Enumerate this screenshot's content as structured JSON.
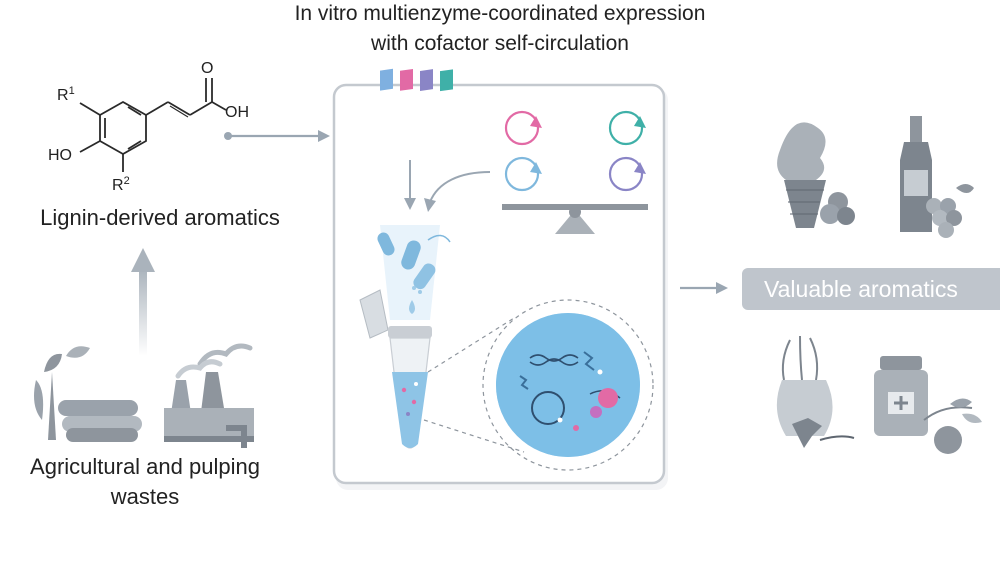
{
  "title": {
    "line1": "In vitro multienzyme-coordinated expression",
    "line2": "with cofactor self-circulation"
  },
  "inputs": {
    "lignin_label": "Lignin-derived aromatics",
    "waste_label": "Agricultural and pulping wastes"
  },
  "molecule": {
    "r1": "R",
    "r1_sup": "1",
    "r2": "R",
    "r2_sup": "2",
    "hydroxyl": "HO",
    "carbonyl_o": "O",
    "acid_oh": "OH"
  },
  "output": {
    "label": "Valuable aromatics"
  },
  "colors": {
    "panel_border": "#c4c9cf",
    "arrow": "#9aa6b2",
    "pill": "#bfc5cc",
    "cell_blue": "#7fb8dd",
    "enzyme_pink": "#e26aa5",
    "enzyme_teal": "#3fb0a8",
    "enzyme_purple": "#8a85c6",
    "grey_icon": "#8e959d"
  },
  "icons": {
    "molecule": "cinnamic-acid-structure",
    "waste": "plant-and-factory-icon",
    "tube": "reaction-tube-icon",
    "cell": "cell-free-system-icon",
    "balance": "cofactor-balance-icon",
    "products": [
      "ice-cream-icon",
      "wine-bottle-icon",
      "vanilla-flower-icon",
      "medicine-bottle-icon"
    ]
  }
}
